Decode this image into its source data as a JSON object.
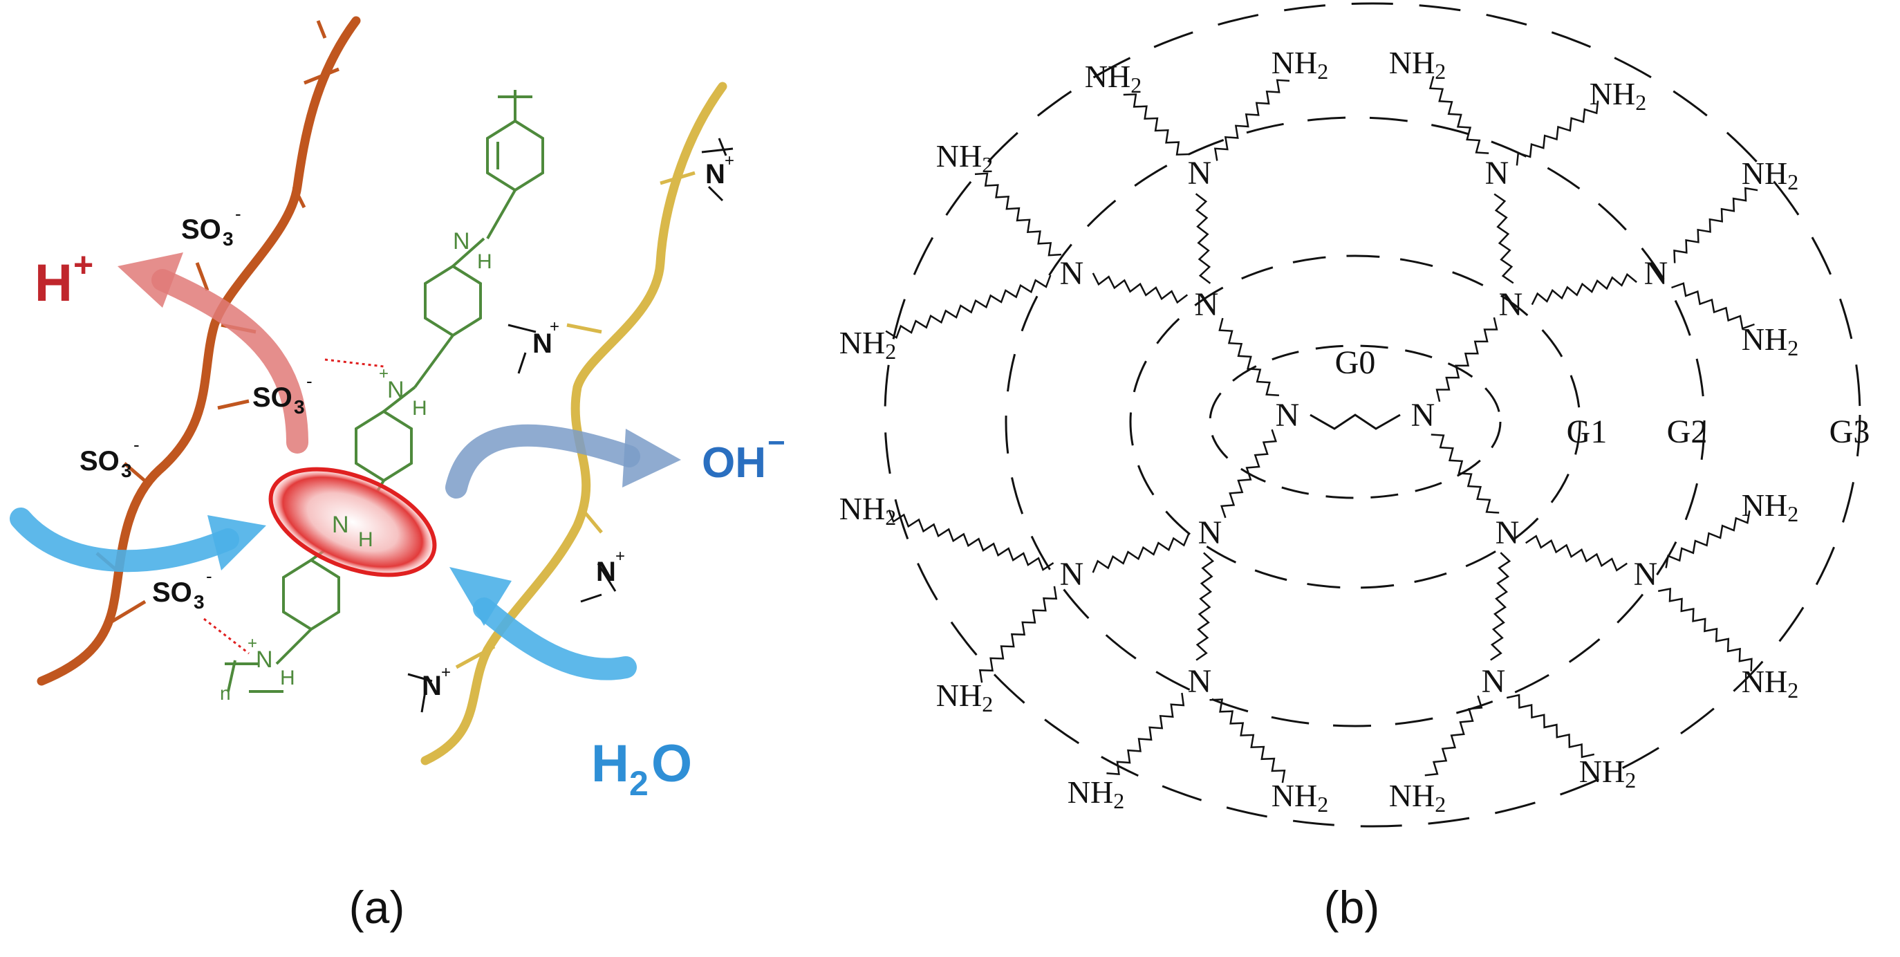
{
  "panel_a": {
    "caption": "(a)",
    "proton": "H",
    "proton_charge": "+",
    "hydroxide": "OH",
    "hydroxide_charge": "−",
    "water_h": "H",
    "water_sub": "2",
    "water_o": "O",
    "sulfonate": "SO",
    "sulfonate_sub": "3",
    "sulfonate_charge": "-",
    "ammonium": "N",
    "ammonium_charge": "+",
    "amine_n": "N",
    "amine_h": "H",
    "amine_charge": "+",
    "repeat_n": "n",
    "colors": {
      "anionic_chain": "#c0561f",
      "cationic_chain": "#d9b84a",
      "polyaniline": "#4e8a3c",
      "proton_arrow": "#e07a78",
      "hydroxide_arrow": "#7b9cc8",
      "water_arrow": "#4bb0e8",
      "proton_text": "#c0262c",
      "water_text": "#2f8fd6",
      "hydroxide_text": "#2a6fc0",
      "highlight": "#e02020"
    }
  },
  "panel_b": {
    "caption": "(b)",
    "generations": [
      "G0",
      "G1",
      "G2",
      "G3"
    ],
    "core_atom": "N",
    "terminal_group": "NH",
    "terminal_sub": "2"
  }
}
